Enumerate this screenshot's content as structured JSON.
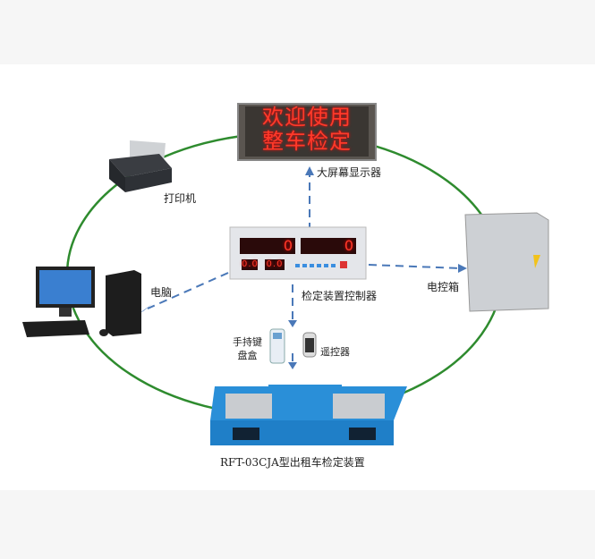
{
  "display_screen": {
    "line1": "欢迎使用",
    "line2": "整车检定",
    "label": "大屏幕显示器"
  },
  "printer": {
    "label": "打印机"
  },
  "computer": {
    "label": "电脑"
  },
  "controller": {
    "label": "检定装置控制器",
    "readout1": "0",
    "readout2": "0",
    "readout3": "0.0",
    "readout4": "0.0"
  },
  "control_box": {
    "label": "电控箱"
  },
  "handheld": {
    "label_line1": "手持键",
    "label_line2": "盘盒"
  },
  "remote": {
    "label": "遥控器"
  },
  "device": {
    "label": "RFT-03CJA型出租车检定装置"
  },
  "colors": {
    "ring": "#2e8b2e",
    "arrow": "#4a78b8",
    "frame": "#2a8fd8"
  }
}
